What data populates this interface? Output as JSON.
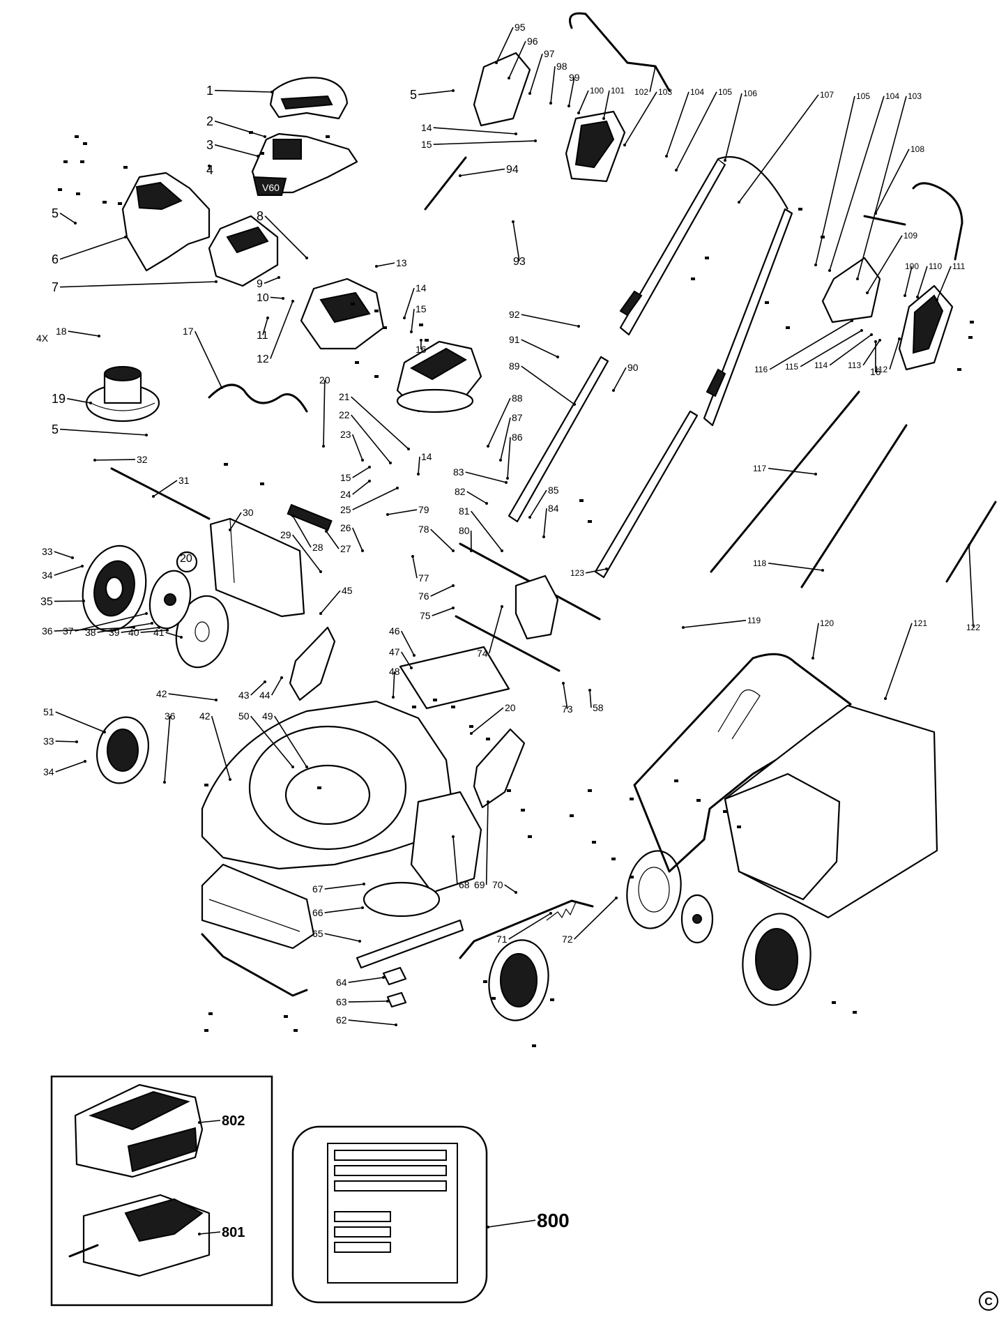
{
  "labels": [
    {
      "id": "p1",
      "text": "1"
    },
    {
      "id": "p2",
      "text": "2"
    },
    {
      "id": "p3",
      "text": "3"
    },
    {
      "id": "p4",
      "text": "4"
    },
    {
      "id": "p5a",
      "text": "5"
    },
    {
      "id": "p5b",
      "text": "5"
    },
    {
      "id": "p5c",
      "text": "5"
    },
    {
      "id": "p6",
      "text": "6"
    },
    {
      "id": "p7",
      "text": "7"
    },
    {
      "id": "p8",
      "text": "8"
    },
    {
      "id": "p9",
      "text": "9"
    },
    {
      "id": "p10",
      "text": "10"
    },
    {
      "id": "p11",
      "text": "11"
    },
    {
      "id": "p12",
      "text": "12"
    },
    {
      "id": "p13",
      "text": "13"
    },
    {
      "id": "p14a",
      "text": "14"
    },
    {
      "id": "p14b",
      "text": "14"
    },
    {
      "id": "p14c",
      "text": "14"
    },
    {
      "id": "p15a",
      "text": "15"
    },
    {
      "id": "p15b",
      "text": "15"
    },
    {
      "id": "p15c",
      "text": "15"
    },
    {
      "id": "p16a",
      "text": "16"
    },
    {
      "id": "p16b",
      "text": "16"
    },
    {
      "id": "p17",
      "text": "17"
    },
    {
      "id": "p18",
      "text": "18"
    },
    {
      "id": "p4x",
      "text": "4X"
    },
    {
      "id": "p19",
      "text": "19"
    },
    {
      "id": "p20a",
      "text": "20"
    },
    {
      "id": "p20b",
      "text": "20"
    },
    {
      "id": "p20c",
      "text": "20"
    },
    {
      "id": "p21",
      "text": "21"
    },
    {
      "id": "p22",
      "text": "22"
    },
    {
      "id": "p23",
      "text": "23"
    },
    {
      "id": "p24",
      "text": "24"
    },
    {
      "id": "p25",
      "text": "25"
    },
    {
      "id": "p26",
      "text": "26"
    },
    {
      "id": "p27",
      "text": "27"
    },
    {
      "id": "p28",
      "text": "28"
    },
    {
      "id": "p29",
      "text": "29"
    },
    {
      "id": "p30",
      "text": "30"
    },
    {
      "id": "p31",
      "text": "31"
    },
    {
      "id": "p32",
      "text": "32"
    },
    {
      "id": "p33a",
      "text": "33"
    },
    {
      "id": "p33b",
      "text": "33"
    },
    {
      "id": "p34a",
      "text": "34"
    },
    {
      "id": "p34b",
      "text": "34"
    },
    {
      "id": "p35",
      "text": "35"
    },
    {
      "id": "p36a",
      "text": "36"
    },
    {
      "id": "p36b",
      "text": "36"
    },
    {
      "id": "p37",
      "text": "37"
    },
    {
      "id": "p38",
      "text": "38"
    },
    {
      "id": "p39",
      "text": "39"
    },
    {
      "id": "p40",
      "text": "40"
    },
    {
      "id": "p41",
      "text": "41"
    },
    {
      "id": "p42a",
      "text": "42"
    },
    {
      "id": "p42b",
      "text": "42"
    },
    {
      "id": "p43",
      "text": "43"
    },
    {
      "id": "p44",
      "text": "44"
    },
    {
      "id": "p45",
      "text": "45"
    },
    {
      "id": "p46",
      "text": "46"
    },
    {
      "id": "p47",
      "text": "47"
    },
    {
      "id": "p48",
      "text": "48"
    },
    {
      "id": "p49",
      "text": "49"
    },
    {
      "id": "p50",
      "text": "50"
    },
    {
      "id": "p51",
      "text": "51"
    },
    {
      "id": "p58",
      "text": "58"
    },
    {
      "id": "p62",
      "text": "62"
    },
    {
      "id": "p63",
      "text": "63"
    },
    {
      "id": "p64",
      "text": "64"
    },
    {
      "id": "p65",
      "text": "65"
    },
    {
      "id": "p66",
      "text": "66"
    },
    {
      "id": "p67",
      "text": "67"
    },
    {
      "id": "p68",
      "text": "68"
    },
    {
      "id": "p69",
      "text": "69"
    },
    {
      "id": "p70",
      "text": "70"
    },
    {
      "id": "p71",
      "text": "71"
    },
    {
      "id": "p72",
      "text": "72"
    },
    {
      "id": "p73",
      "text": "73"
    },
    {
      "id": "p74",
      "text": "74"
    },
    {
      "id": "p75",
      "text": "75"
    },
    {
      "id": "p76",
      "text": "76"
    },
    {
      "id": "p77",
      "text": "77"
    },
    {
      "id": "p78",
      "text": "78"
    },
    {
      "id": "p79",
      "text": "79"
    },
    {
      "id": "p80",
      "text": "80"
    },
    {
      "id": "p81",
      "text": "81"
    },
    {
      "id": "p82",
      "text": "82"
    },
    {
      "id": "p83",
      "text": "83"
    },
    {
      "id": "p84",
      "text": "84"
    },
    {
      "id": "p85",
      "text": "85"
    },
    {
      "id": "p86",
      "text": "86"
    },
    {
      "id": "p87",
      "text": "87"
    },
    {
      "id": "p88",
      "text": "88"
    },
    {
      "id": "p89",
      "text": "89"
    },
    {
      "id": "p90",
      "text": "90"
    },
    {
      "id": "p91",
      "text": "91"
    },
    {
      "id": "p92",
      "text": "92"
    },
    {
      "id": "p93",
      "text": "93"
    },
    {
      "id": "p94",
      "text": "94"
    },
    {
      "id": "p95",
      "text": "95"
    },
    {
      "id": "p96",
      "text": "96"
    },
    {
      "id": "p97",
      "text": "97"
    },
    {
      "id": "p98",
      "text": "98"
    },
    {
      "id": "p99",
      "text": "99"
    },
    {
      "id": "p100a",
      "text": "100"
    },
    {
      "id": "p100b",
      "text": "100"
    },
    {
      "id": "p101",
      "text": "101"
    },
    {
      "id": "p102",
      "text": "102"
    },
    {
      "id": "p103a",
      "text": "103"
    },
    {
      "id": "p103b",
      "text": "103"
    },
    {
      "id": "p104a",
      "text": "104"
    },
    {
      "id": "p104b",
      "text": "104"
    },
    {
      "id": "p105a",
      "text": "105"
    },
    {
      "id": "p105b",
      "text": "105"
    },
    {
      "id": "p106",
      "text": "106"
    },
    {
      "id": "p107",
      "text": "107"
    },
    {
      "id": "p108",
      "text": "108"
    },
    {
      "id": "p109",
      "text": "109"
    },
    {
      "id": "p110",
      "text": "110"
    },
    {
      "id": "p111",
      "text": "111"
    },
    {
      "id": "p112",
      "text": "112"
    },
    {
      "id": "p113",
      "text": "113"
    },
    {
      "id": "p114",
      "text": "114"
    },
    {
      "id": "p115",
      "text": "115"
    },
    {
      "id": "p116",
      "text": "116"
    },
    {
      "id": "p117",
      "text": "117"
    },
    {
      "id": "p118",
      "text": "118"
    },
    {
      "id": "p119",
      "text": "119"
    },
    {
      "id": "p120",
      "text": "120"
    },
    {
      "id": "p121",
      "text": "121"
    },
    {
      "id": "p122",
      "text": "122"
    },
    {
      "id": "p123",
      "text": "123"
    },
    {
      "id": "p800",
      "text": "800"
    },
    {
      "id": "p801",
      "text": "801"
    },
    {
      "id": "p802",
      "text": "802"
    }
  ],
  "handle_badge": "V60",
  "copyright": "C"
}
